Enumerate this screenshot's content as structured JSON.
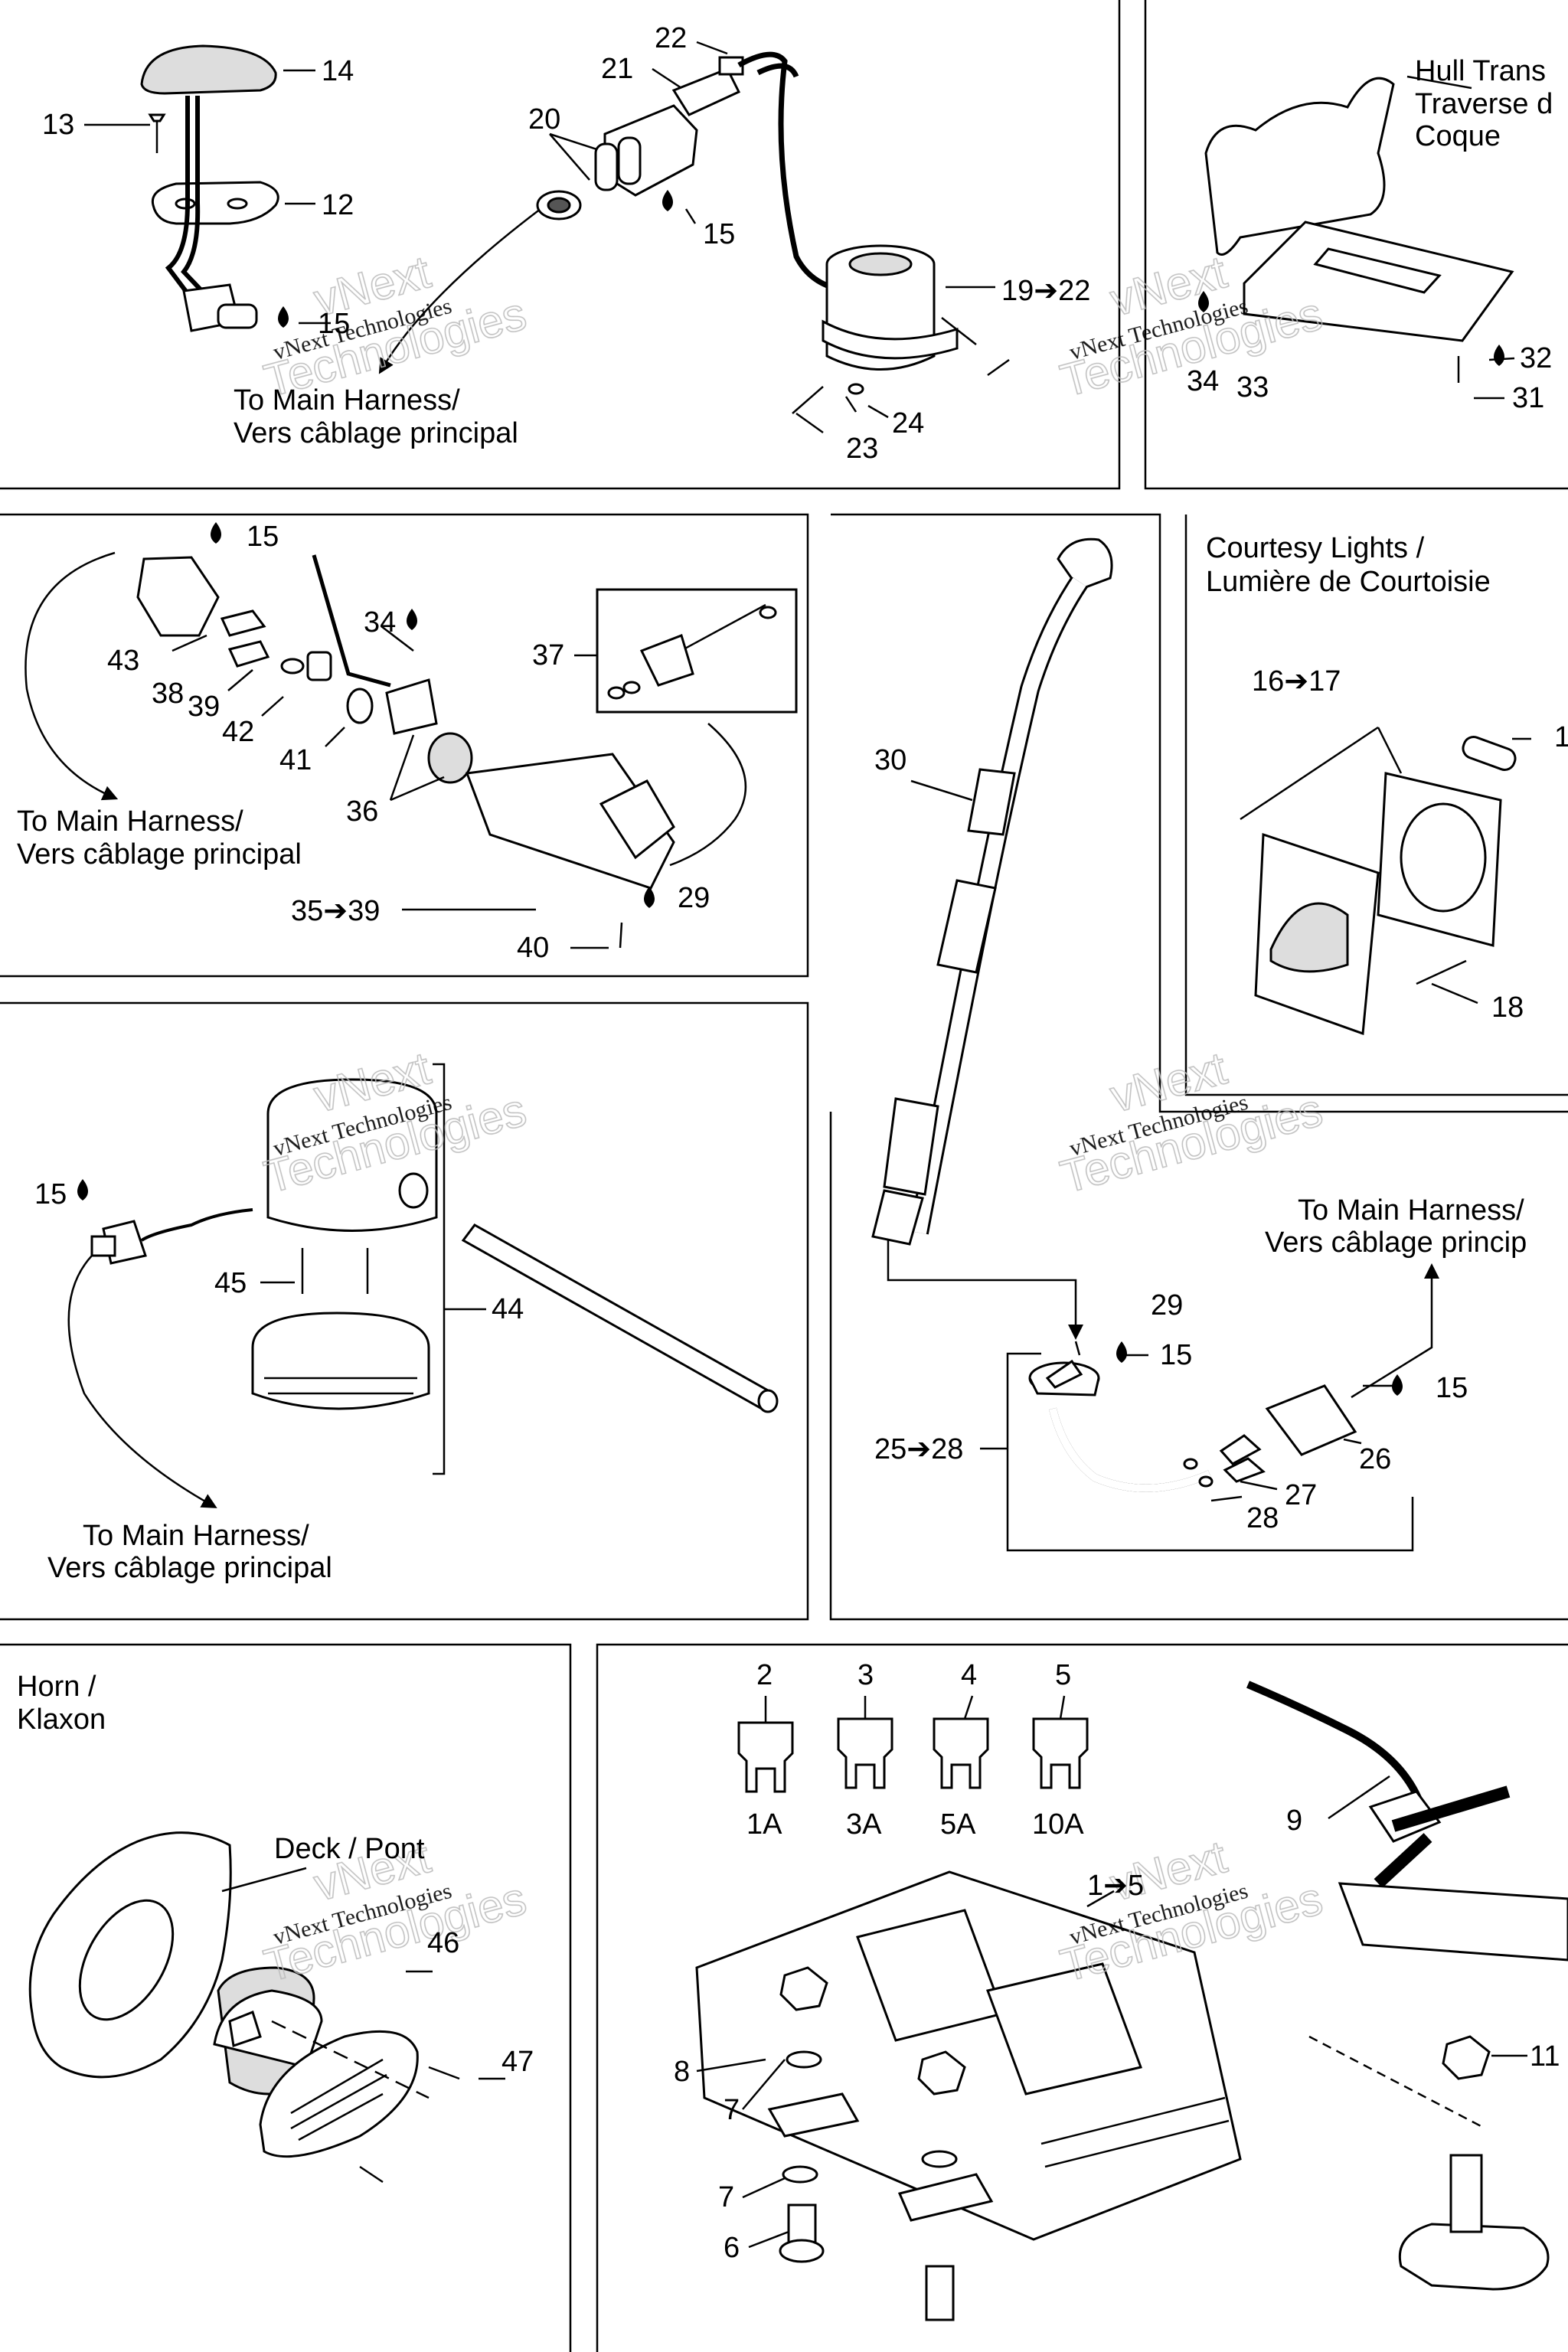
{
  "panel_titles": {
    "hull": "Hull Trans",
    "hull2": "Traverse d",
    "hull3": "Coque",
    "courtesy": "Courtesy Lights /",
    "courtesy2": "Lumière de Courtoisie",
    "horn": "Horn /",
    "horn2": "Klaxon",
    "deck": "Deck / Pont"
  },
  "harness": {
    "line1": "To Main Harness/",
    "line2": "Vers câblage principal",
    "line2_cut": "Vers câblage princip"
  },
  "watermark": {
    "line1": "vNext",
    "line2": "vNext Technologies",
    "line3": "Technologies"
  },
  "fuses": [
    "1A",
    "3A",
    "5A",
    "10A"
  ],
  "callouts": {
    "c1_5": "1➔5",
    "c2": "2",
    "c3": "3",
    "c4": "4",
    "c5": "5",
    "c6": "6",
    "c7": "7",
    "c8": "8",
    "c9": "9",
    "c11": "11",
    "c12": "12",
    "c13": "13",
    "c14": "14",
    "c15": "15",
    "c15b": "15",
    "c16_17": "16➔17",
    "c18": "18",
    "c19_22": "19➔22",
    "c20": "20",
    "c21": "21",
    "c22": "22",
    "c23": "23",
    "c24": "24",
    "c25_28": "25➔28",
    "c26": "26",
    "c27": "27",
    "c28": "28",
    "c29": "29",
    "c30": "30",
    "c31": "31",
    "c32": "32",
    "c33": "33",
    "c34": "34",
    "c35_39": "35➔39",
    "c36": "36",
    "c37": "37",
    "c38": "38",
    "c39": "39",
    "c40": "40",
    "c41": "41",
    "c42": "42",
    "c43": "43",
    "c44": "44",
    "c45": "45",
    "c46": "46",
    "c47": "47",
    "c1": "1"
  }
}
